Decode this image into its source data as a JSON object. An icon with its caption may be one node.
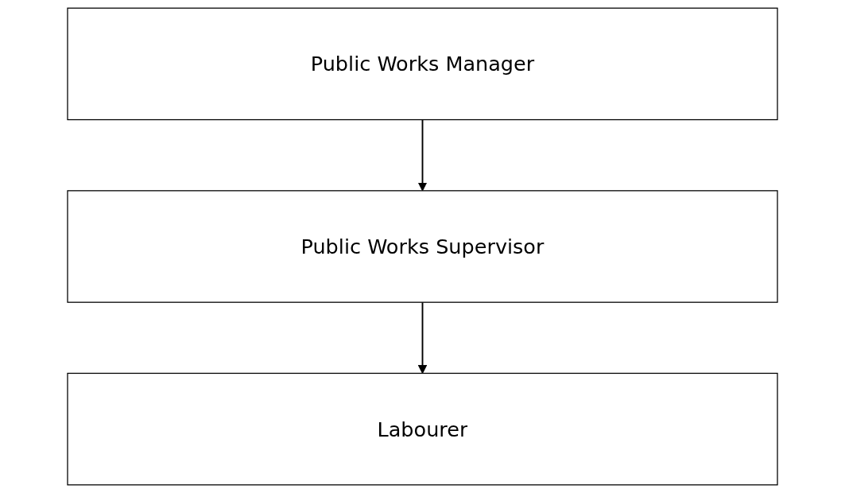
{
  "diagram": {
    "nodes": [
      {
        "text": [
          "Public Works Manager"
        ]
      },
      {
        "text": [
          "Public Works Supervisor"
        ]
      },
      {
        "text": [
          "Labourer"
        ]
      }
    ],
    "edges": [
      {
        "from": 0,
        "to": 1,
        "arrow": "to"
      },
      {
        "from": 1,
        "to": 2,
        "arrow": "to"
      }
    ]
  }
}
